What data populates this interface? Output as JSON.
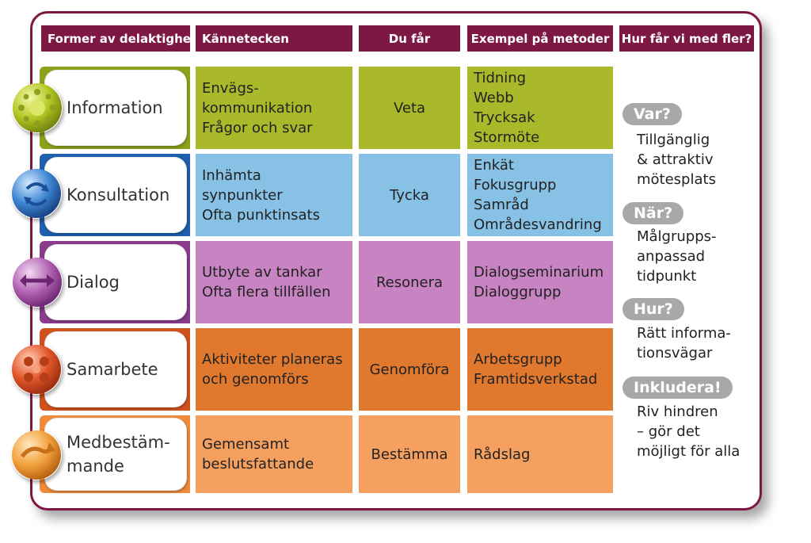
{
  "headers": {
    "forms": "Former av delaktighet",
    "traits": "Kännetecken",
    "you_get": "Du får",
    "methods": "Exempel på metoder",
    "more": "Hur får vi med fler?"
  },
  "rows": [
    {
      "form": [
        "Information"
      ],
      "traits": [
        "Envägs-",
        "kommunikation",
        "Frågor och svar"
      ],
      "you_get": "Veta",
      "methods": [
        "Tidning",
        "Webb",
        "Trycksak",
        "Stormöte"
      ],
      "color": "#a9b92a",
      "tab_color": "#8ea11d"
    },
    {
      "form": [
        "Konsultation"
      ],
      "traits": [
        "Inhämta synpunkter",
        "Ofta punktinsats"
      ],
      "you_get": "Tycka",
      "methods": [
        "Enkät",
        "Fokusgrupp",
        "Samråd",
        "Områdesvandring"
      ],
      "color": "#87c1e6",
      "tab_color": "#1f5fae"
    },
    {
      "form": [
        "Dialog"
      ],
      "traits": [
        "Utbyte av tankar",
        "Ofta flera tillfällen"
      ],
      "you_get": "Resonera",
      "methods": [
        "Dialogseminarium",
        "Dialoggrupp"
      ],
      "color": "#c883c2",
      "tab_color": "#8a3c8c"
    },
    {
      "form": [
        "Samarbete"
      ],
      "traits": [
        "Aktiviteter planeras",
        "och genomförs"
      ],
      "you_get": "Genomföra",
      "methods": [
        "Arbetsgrupp",
        "Framtidsverkstad"
      ],
      "color": "#e0782e",
      "tab_color": "#d0521d"
    },
    {
      "form": [
        "Medbestäm-",
        "mande"
      ],
      "traits": [
        "Gemensamt",
        "beslutsfattande"
      ],
      "you_get": "Bestämma",
      "methods": [
        "Rådslag"
      ],
      "color": "#f5a05e",
      "tab_color": "#ef8b3a"
    }
  ],
  "more": [
    {
      "label": "Var?",
      "text": [
        "Tillgänglig",
        "& attraktiv",
        "mötesplats"
      ]
    },
    {
      "label": "När?",
      "text": [
        "Målgrupps-",
        "anpassad",
        "tidpunkt"
      ]
    },
    {
      "label": "Hur?",
      "text": [
        "Rätt informa-",
        "tionsvägar"
      ]
    },
    {
      "label": "Inkludera!",
      "text": [
        "Riv hindren",
        "– gör det",
        "möjligt för alla"
      ]
    }
  ],
  "colors": {
    "frame": "#7d1845",
    "header_bg": "#7d1845",
    "pill_bg": "#a8a8a8"
  }
}
